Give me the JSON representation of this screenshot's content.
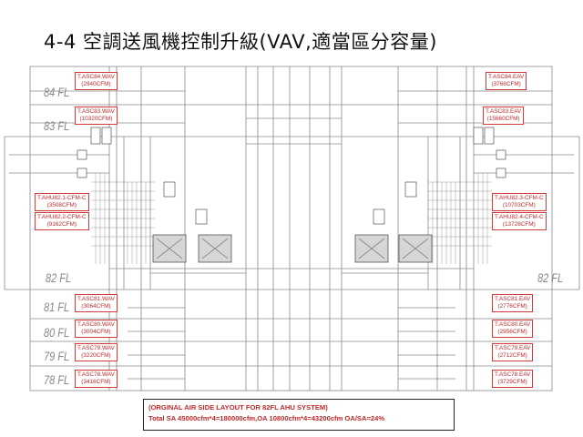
{
  "slide": {
    "title": "4-4  空調送風機控制升級(VAV,適當區分容量)"
  },
  "floors": [
    "84 FL",
    "83 FL",
    "82 FL",
    "81 FL",
    "80 FL",
    "79 FL",
    "78 FL"
  ],
  "tags_left": [
    {
      "name": "T.ASC84.WAV",
      "flow": "(2940CFM)"
    },
    {
      "name": "T.ASC83.WAV",
      "flow": "(10320CFM)"
    },
    {
      "name": "T.AHU82.1-CFM-C",
      "flow": "(3508CFM)"
    },
    {
      "name": "T.AHU82.2-CFM-C",
      "flow": "(9162CFM)"
    },
    {
      "name": "T.ASC81.WAV",
      "flow": "(3064CFM)"
    },
    {
      "name": "T.ASC80.WAV",
      "flow": "(3004CFM)"
    },
    {
      "name": "T.ASC79.WAV",
      "flow": "(3220CFM)"
    },
    {
      "name": "T.ASC78.WAV",
      "flow": "(3416CFM)"
    }
  ],
  "tags_right": [
    {
      "name": "T.ASC84.EAV",
      "flow": "(3768CFM)"
    },
    {
      "name": "T.ASC83.EAV",
      "flow": "(15660CFM)"
    },
    {
      "name": "T.AHU82.3-CFM-C",
      "flow": "(10703CFM)"
    },
    {
      "name": "T.AHU82.4-CFM-C",
      "flow": "(13726CFM)"
    },
    {
      "name": "T.ASC81.EAV",
      "flow": "(2776CFM)"
    },
    {
      "name": "T.ASC80.EAV",
      "flow": "(2956CFM)"
    },
    {
      "name": "T.ASC79.EAV",
      "flow": "(2712CFM)"
    },
    {
      "name": "T.ASC78.EAV",
      "flow": "(3729CFM)"
    }
  ],
  "note": {
    "line1": "(ORGINAL AIR SIDE LAYOUT FOR 82FL AHU SYSTEM)",
    "line2": "Total SA 45000cfm*4=180000cfm,OA 10800cfm*4=43200cfm OA/SA=24%"
  },
  "colors": {
    "tag": "#c0282a",
    "lines": "#7a7a7a",
    "floor_label": "#888888"
  }
}
